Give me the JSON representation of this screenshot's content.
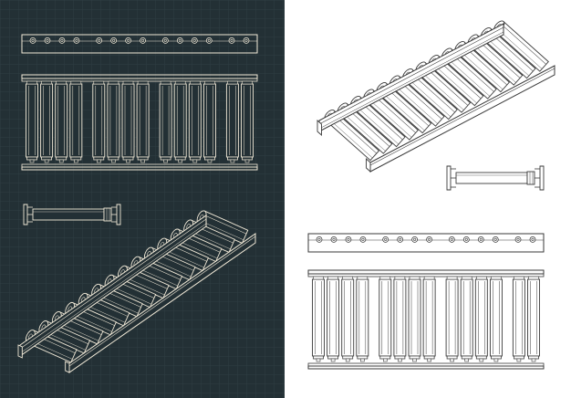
{
  "sheet": {
    "colors": {
      "dark_background": "#233035",
      "dark_grid": "#2f3e44",
      "dark_line": "#f2ead8",
      "light_background": "#ffffff",
      "light_line": "#3a3a3a"
    },
    "views": [
      {
        "id": "dark-top-view",
        "panel": "dark",
        "kind": "top-view",
        "rollers": 14
      },
      {
        "id": "dark-front-view",
        "panel": "dark",
        "kind": "front-view",
        "rollers": 14
      },
      {
        "id": "dark-side-view",
        "panel": "dark",
        "kind": "side-view",
        "rollers": 1
      },
      {
        "id": "dark-isometric-view",
        "panel": "dark",
        "kind": "isometric-view",
        "rollers": 14
      },
      {
        "id": "light-isometric-view",
        "panel": "light",
        "kind": "isometric-view",
        "rollers": 14
      },
      {
        "id": "light-side-view",
        "panel": "light",
        "kind": "side-view",
        "rollers": 1
      },
      {
        "id": "light-top-view",
        "panel": "light",
        "kind": "top-view",
        "rollers": 14
      },
      {
        "id": "light-front-view",
        "panel": "light",
        "kind": "front-view",
        "rollers": 14
      }
    ]
  }
}
